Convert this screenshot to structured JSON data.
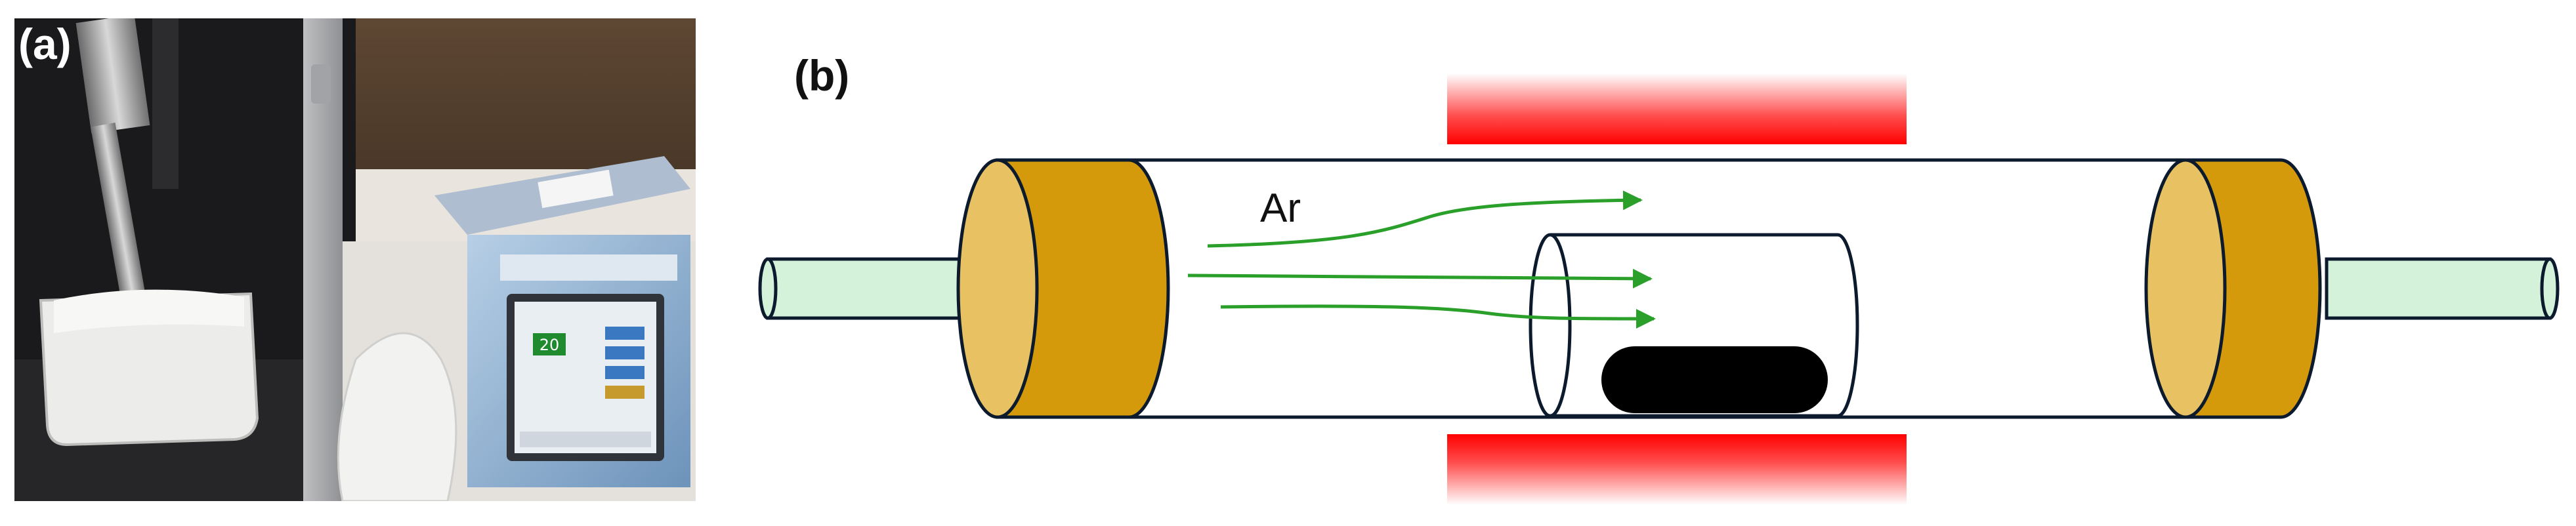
{
  "panel_a": {
    "label": "(a)",
    "description_elements": [
      "ultrasonic-horn",
      "ice-bath",
      "ultrasonic-processor"
    ],
    "device_screen_readout": "20"
  },
  "panel_b": {
    "label": "(b)",
    "gas_label": "Ar",
    "colors": {
      "end_cap": "#d49a0b",
      "end_cap_face": "#e8c262",
      "gas_tube": "#d4f2d9",
      "flow_arrow": "#2aa02a",
      "heater": "#ff1a1a",
      "sample": "#000000",
      "outline": "#0c1a2e"
    }
  }
}
